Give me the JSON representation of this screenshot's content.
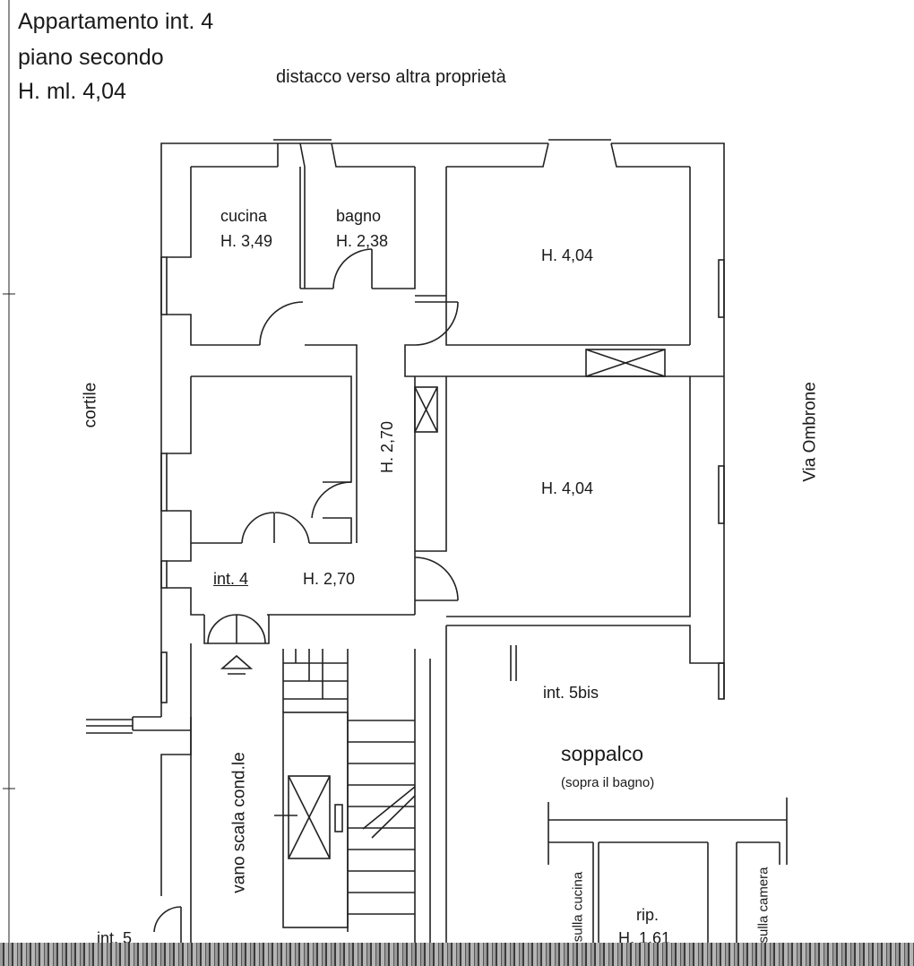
{
  "header": {
    "title_line1": "Appartamento int. 4",
    "title_line2": "piano secondo",
    "title_line3": "H. ml. 4,04",
    "top_note": "distacco verso altra proprietà"
  },
  "rooms": {
    "cucina_name": "cucina",
    "cucina_height": "H. 3,49",
    "bagno_name": "bagno",
    "bagno_height": "H. 2,38",
    "room_top_right_height": "H. 4,04",
    "room_mid_right_height": "H. 4,04",
    "corridor_height": "H. 2,70",
    "entry_label": "int. 4",
    "entry_height": "H. 2,70"
  },
  "surroundings": {
    "left_side": "cortile",
    "right_side": "Via Ombrone",
    "stair": "vano scala cond.le",
    "neighbor_5bis": "int. 5bis",
    "neighbor_5": "int. 5"
  },
  "mezzanine": {
    "title": "soppalco",
    "subtitle": "(sopra il bagno)",
    "left_label": "sulla cucina",
    "right_label": "sulla camera",
    "storage_name": "rip.",
    "storage_height": "H. 1,61"
  }
}
